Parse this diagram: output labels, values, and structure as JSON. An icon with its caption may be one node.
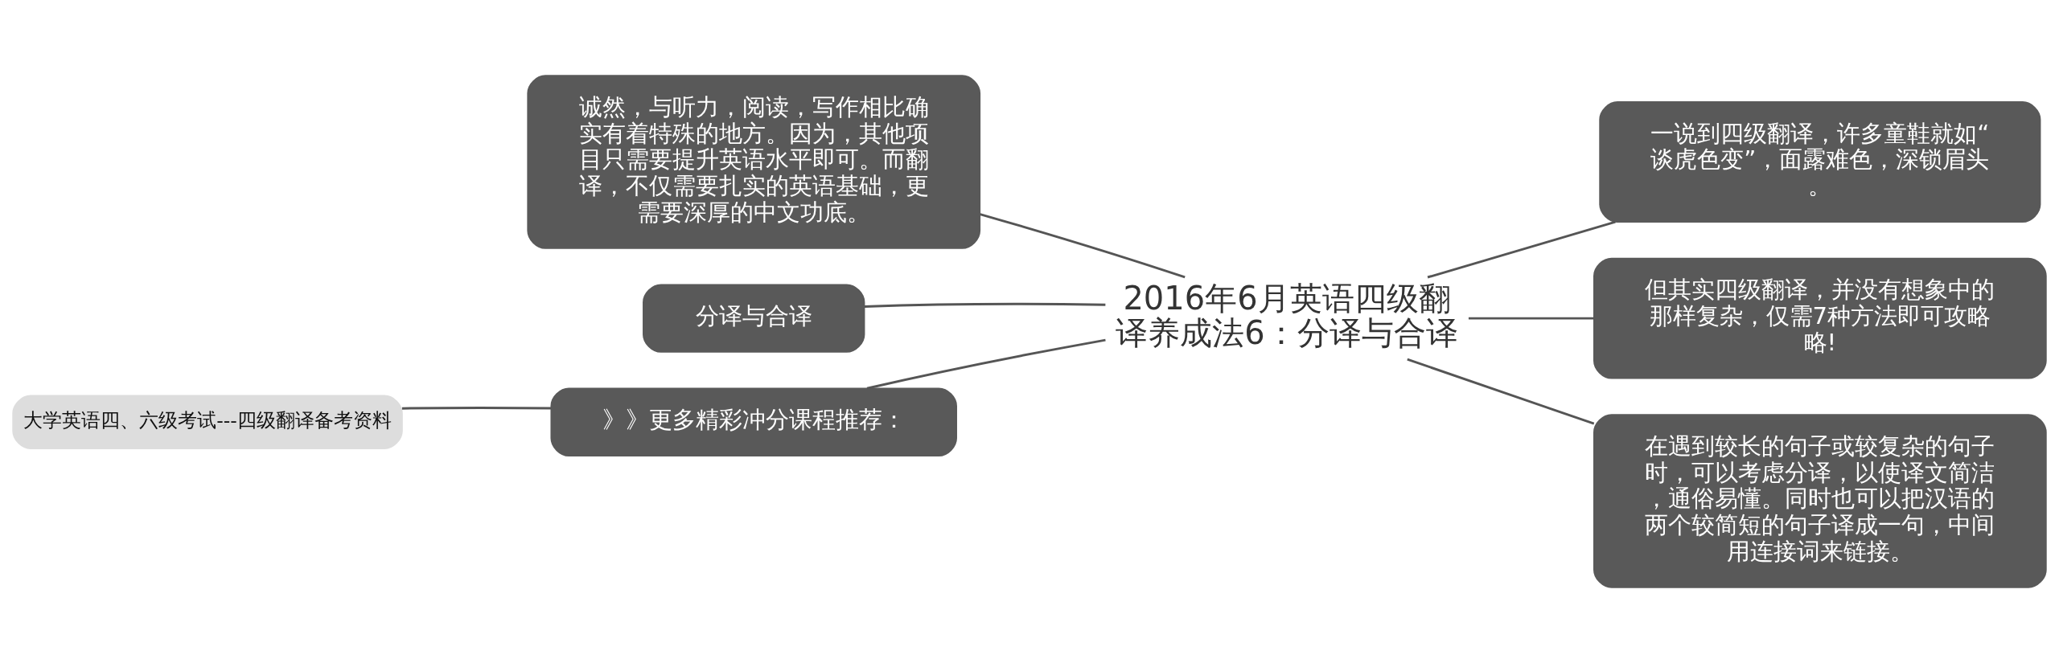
{
  "diagram": {
    "nodes": [
      {
        "text": [
          "2016年6月英语四级翻译养成法6：分译与合译"
        ]
      },
      {
        "text": [
          "诚然，与听力，阅读，写作相比确实有着特殊的地方。因为，其他项目只需要提升英语水平即可。而翻译，不仅需要扎实的英语基础，更需要深厚的中文功底。"
        ]
      },
      {
        "text": [
          "分译与合译"
        ]
      },
      {
        "text": [
          "》》更多精彩冲分课程推荐："
        ]
      },
      {
        "text": [
          "大学英语四、六级考试---四级翻译备考资料"
        ]
      },
      {
        "text": [
          "一说到四级翻译，许多童鞋就如“谈虎色变”，面露难色，深锁眉头。"
        ]
      },
      {
        "text": [
          "但其实四级翻译，并没有想象中的那样复杂，仅需7种方法即可攻略略!"
        ]
      },
      {
        "text": [
          "在遇到较长的句子或较复杂的句子时，可以考虑分译，以使译文简洁，通俗易懂。同时也可以把汉语的两个较简短的句子译成一句，中间用连接词来链接。"
        ]
      }
    ],
    "edges": [
      {
        "from": 0,
        "to": 1,
        "arrow": "none"
      },
      {
        "from": 0,
        "to": 2,
        "arrow": "none"
      },
      {
        "from": 0,
        "to": 3,
        "arrow": "none"
      },
      {
        "from": 3,
        "to": 4,
        "arrow": "none"
      },
      {
        "from": 0,
        "to": 5,
        "arrow": "none"
      },
      {
        "from": 0,
        "to": 6,
        "arrow": "none"
      },
      {
        "from": 0,
        "to": 7,
        "arrow": "none"
      }
    ]
  }
}
